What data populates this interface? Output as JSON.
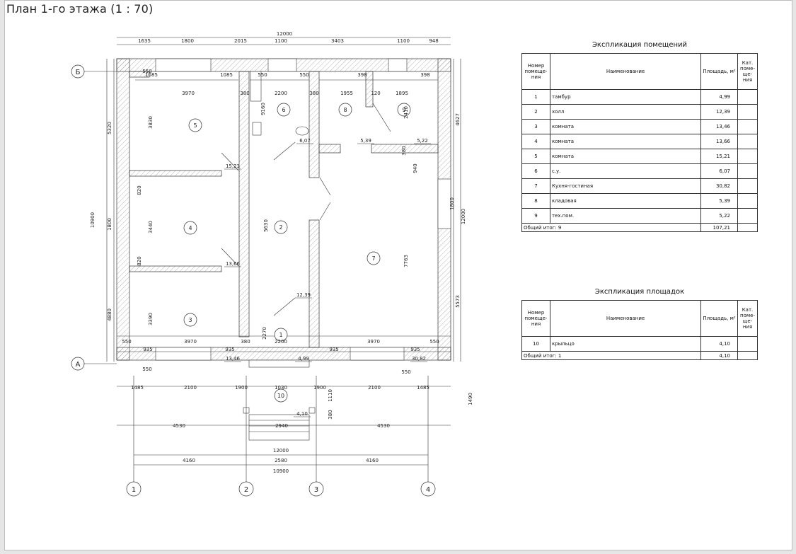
{
  "title": "План 1-го этажа (1 : 70)",
  "room_labels": [
    "1",
    "2",
    "3",
    "4",
    "5",
    "6",
    "7",
    "8",
    "9",
    "10"
  ],
  "area_labels": [
    "15,21",
    "13,66",
    "13,46",
    "12,39",
    "4,99",
    "6,07",
    "5,39",
    "5,22",
    "30,82",
    "4,10"
  ],
  "dims_top1": [
    "12000"
  ],
  "dims_top2": [
    "1635",
    "1800",
    "2015",
    "1100",
    "3403",
    "1100",
    "948"
  ],
  "dims_inner": [
    "1085",
    "1085",
    "550",
    "550",
    "398",
    "398",
    "3970",
    "380",
    "2200",
    "380",
    "1955",
    "120",
    "1895"
  ],
  "dims_plan_v": [
    "3830",
    "820",
    "3440",
    "820",
    "3390",
    "5630",
    "2270",
    "9160",
    "2410",
    "940",
    "380",
    "7763"
  ],
  "dims_bottom_inner": [
    "550",
    "935",
    "3970",
    "935",
    "380",
    "2200",
    "935",
    "3970",
    "935",
    "550",
    "550",
    "550",
    "550"
  ],
  "dims_below": [
    "1485",
    "2100",
    "1900",
    "1030",
    "1900",
    "2100",
    "1485",
    "4530",
    "2940",
    "4530",
    "12000",
    "4160",
    "2580",
    "4160",
    "10900",
    "1110",
    "380"
  ],
  "dims_left": [
    "5320",
    "10900",
    "1800",
    "4880"
  ],
  "dims_right": [
    "4627",
    "1800",
    "12000",
    "5573",
    "1490"
  ],
  "axes": {
    "rows": [
      "Б",
      "А"
    ],
    "cols": [
      "1",
      "2",
      "3",
      "4"
    ]
  },
  "table1": {
    "title": "Экспликация помещений",
    "headers": [
      "Номер помеще- ния",
      "Наименование",
      "Площадь, м²",
      "Кат. поме- ще- ния"
    ],
    "rows": [
      {
        "n": "1",
        "name": "тамбур",
        "area": "4,99"
      },
      {
        "n": "2",
        "name": "холл",
        "area": "12,39"
      },
      {
        "n": "3",
        "name": "комната",
        "area": "13,46"
      },
      {
        "n": "4",
        "name": "комната",
        "area": "13,66"
      },
      {
        "n": "5",
        "name": "комната",
        "area": "15,21"
      },
      {
        "n": "6",
        "name": "с.у.",
        "area": "6,07"
      },
      {
        "n": "7",
        "name": "Кухня-гостиная",
        "area": "30,82"
      },
      {
        "n": "8",
        "name": "кладовая",
        "area": "5,39"
      },
      {
        "n": "9",
        "name": "тех.пом.",
        "area": "5,22"
      }
    ],
    "total_label": "Общий итог: 9",
    "total_area": "107,21"
  },
  "table2": {
    "title": "Экспликация площадок",
    "headers": [
      "Номер помеще- ния",
      "Наименование",
      "Площадь, м²",
      "Кат. поме- ще- ния"
    ],
    "rows": [
      {
        "n": "10",
        "name": "крыльцо",
        "area": "4,10"
      }
    ],
    "total_label": "Общий итог: 1",
    "total_area": "4,10"
  }
}
